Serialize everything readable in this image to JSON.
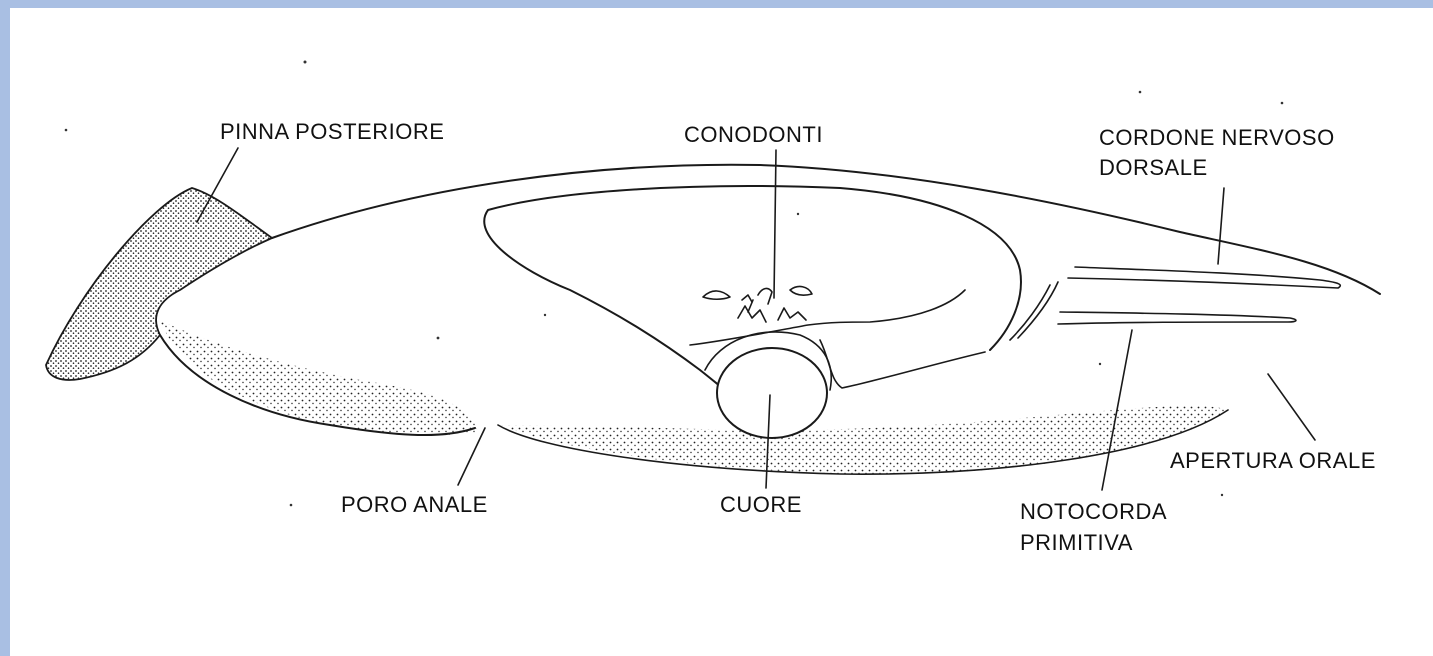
{
  "labels": {
    "pinna_posteriore": "PINNA POSTERIORE",
    "conodonti": "CONODONTI",
    "cordone_line1": "CORDONE NERVOSO",
    "cordone_line2": "DORSALE",
    "poro_anale": "PORO ANALE",
    "cuore": "CUORE",
    "notocorda_line1": "NOTOCORDA",
    "notocorda_line2": "PRIMITIVA",
    "apertura_orale": "APERTURA ORALE"
  },
  "colors": {
    "frame": "#a9bfe3",
    "background": "#ffffff",
    "ink": "#1a1a1a"
  }
}
